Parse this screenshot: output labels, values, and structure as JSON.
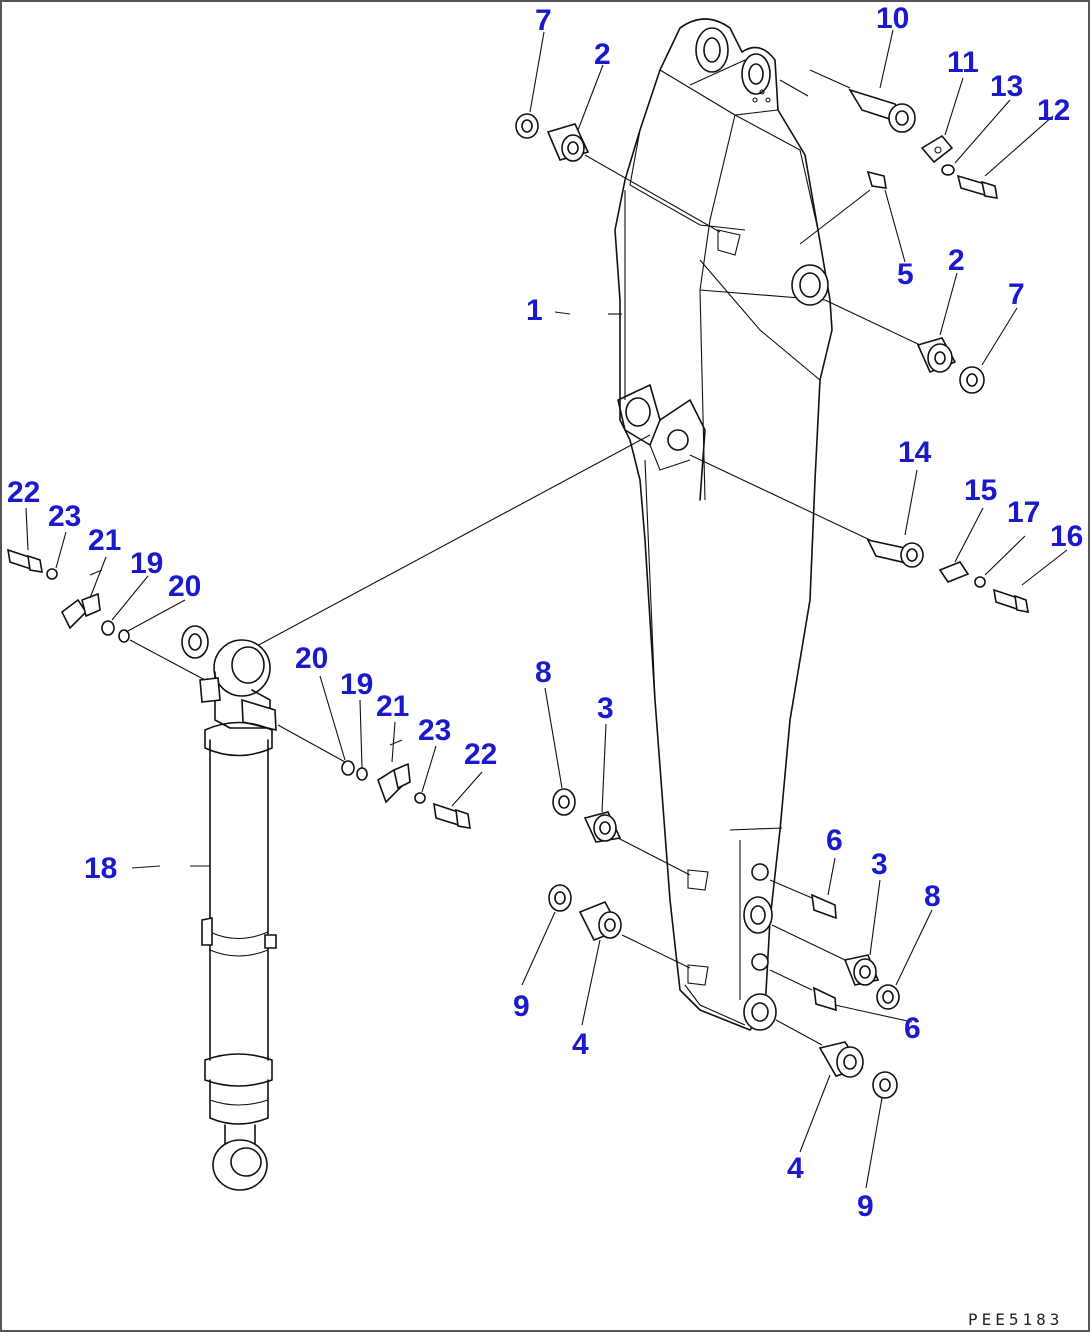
{
  "diagram_code": "PEE5183",
  "labels": {
    "l1": "1",
    "l2a": "2",
    "l2b": "2",
    "l3a": "3",
    "l3b": "3",
    "l4a": "4",
    "l4b": "4",
    "l5": "5",
    "l6a": "6",
    "l6b": "6",
    "l7a": "7",
    "l7b": "7",
    "l8a": "8",
    "l8b": "8",
    "l9a": "9",
    "l9b": "9",
    "l10": "10",
    "l11": "11",
    "l12": "12",
    "l13": "13",
    "l14": "14",
    "l15": "15",
    "l16": "16",
    "l17": "17",
    "l18": "18",
    "l19a": "19",
    "l19b": "19",
    "l20a": "20",
    "l20b": "20",
    "l21a": "21",
    "l21b": "21",
    "l22a": "22",
    "l22b": "22",
    "l23a": "23",
    "l23b": "23"
  },
  "colors": {
    "label": "#1a1acc",
    "line": "#111111",
    "background": "#ffffff"
  }
}
